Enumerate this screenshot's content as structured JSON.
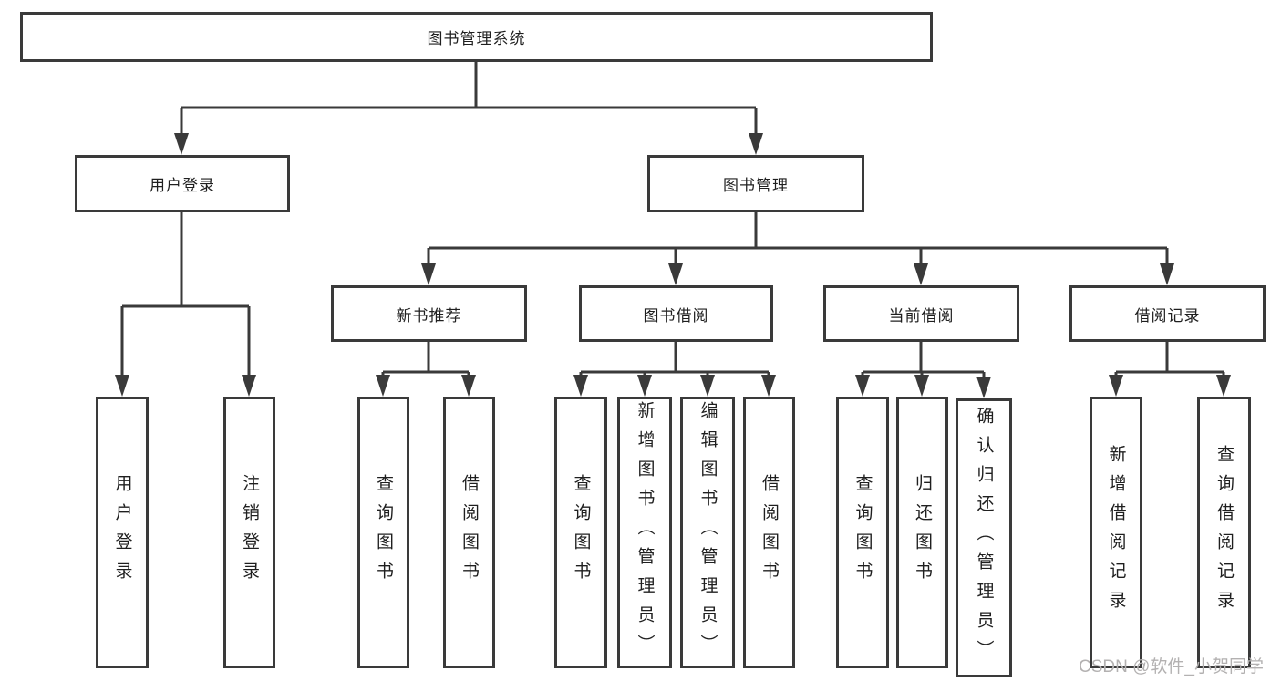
{
  "nodes": {
    "root": {
      "label": "图书管理系统"
    },
    "user_login": {
      "label": "用户登录",
      "children": [
        "用户登录",
        "注销登录"
      ]
    },
    "book_management": {
      "label": "图书管理"
    },
    "new_book_recommend": {
      "label": "新书推荐",
      "children": [
        "查询图书",
        "借阅图书"
      ]
    },
    "book_borrow": {
      "label": "图书借阅",
      "children": [
        "查询图书",
        "新增图书（管理员）",
        "编辑图书（管理员）",
        "借阅图书"
      ]
    },
    "current_borrow": {
      "label": "当前借阅",
      "children": [
        "查询图书",
        "归还图书",
        "确认归还（管理员）"
      ]
    },
    "borrow_records": {
      "label": "借阅记录",
      "children": [
        "新增借阅记录",
        "查询借阅记录"
      ]
    }
  },
  "watermark": {
    "text": "CSDN @软件_小贺同学"
  },
  "colors": {
    "line": "#3a3a3a",
    "text": "#1f1f1f",
    "watermark": "#b3b1b1",
    "bg": "#ffffff"
  }
}
